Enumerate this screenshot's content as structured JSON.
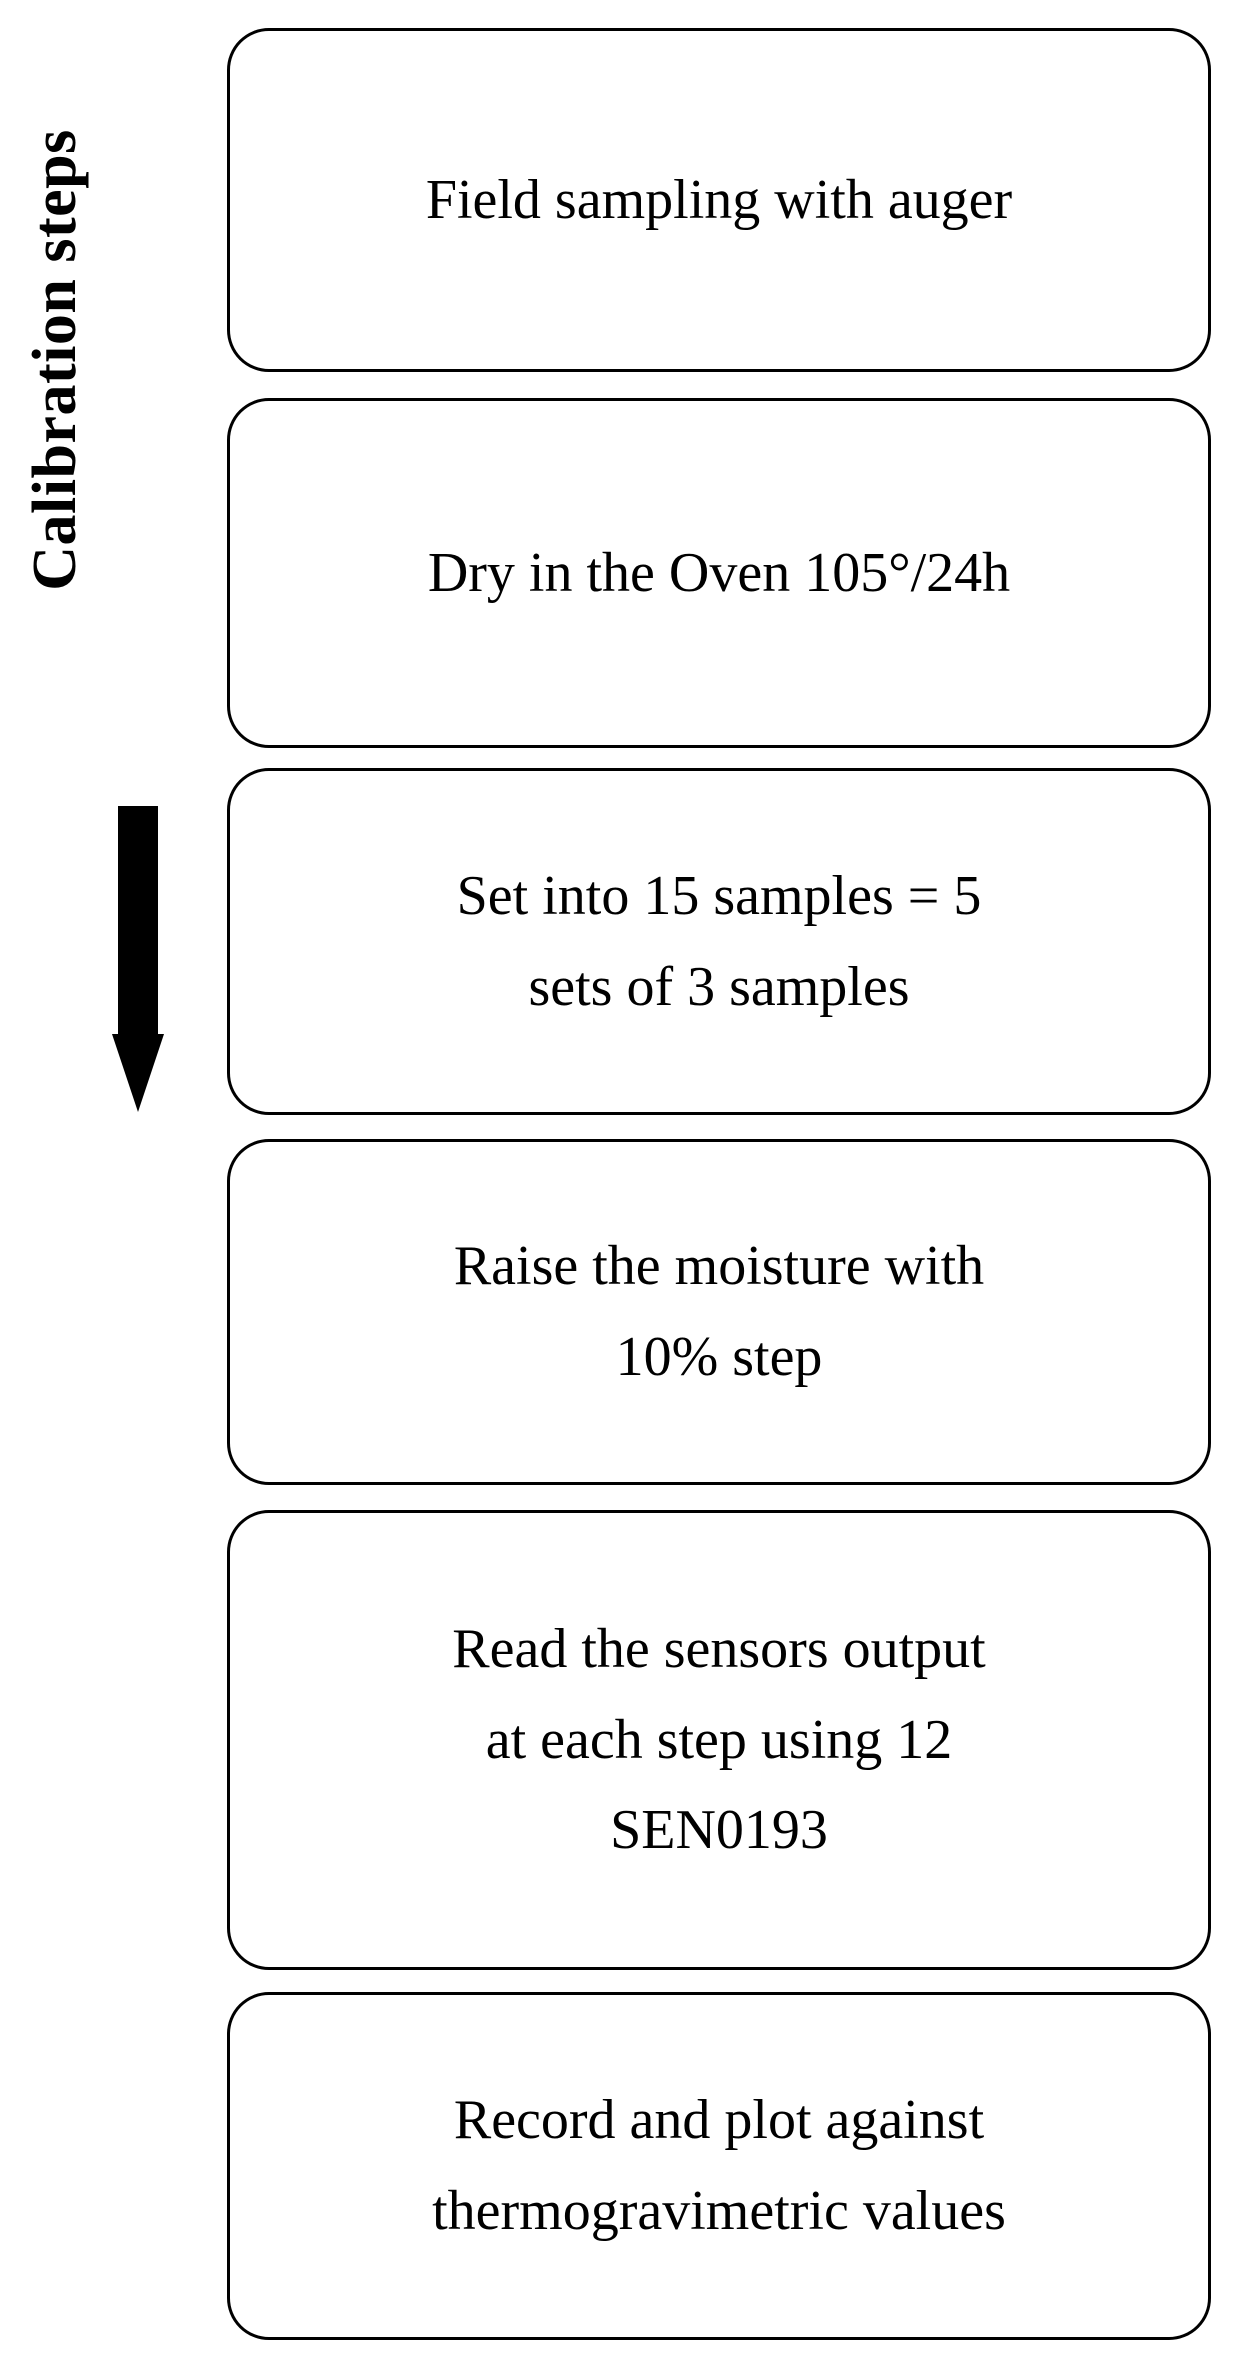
{
  "figure": {
    "title": "Calibration steps",
    "background_color": "#ffffff",
    "line_color": "#000000"
  },
  "side_label": {
    "text": "Calibration steps",
    "orientation": "vertical-bottom-to-top"
  },
  "arrow": {
    "name": "downward-arrow",
    "direction": "down",
    "color": "#000000"
  },
  "steps": [
    {
      "id": "step-1",
      "label": "Field sampling with auger"
    },
    {
      "id": "step-2",
      "label": "Dry in the Oven 105°/24h"
    },
    {
      "id": "step-3",
      "label": "Set into 15 samples = 5\nsets of 3 samples"
    },
    {
      "id": "step-4",
      "label": "Raise the moisture with\n10% step"
    },
    {
      "id": "step-5",
      "label": "Read the sensors output\nat each step using 12\nSEN0193"
    },
    {
      "id": "step-6",
      "label": "Record and plot against\nthermogravimetric values"
    }
  ]
}
